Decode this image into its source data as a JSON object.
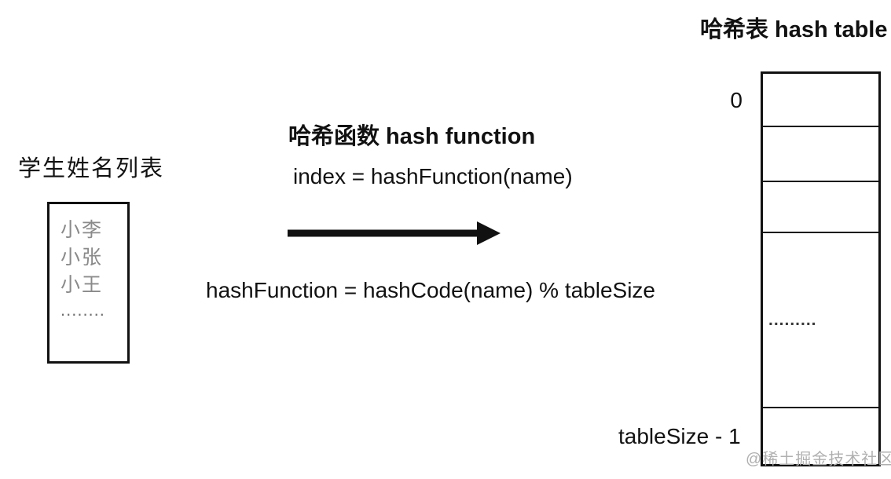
{
  "page": {
    "title": "哈希表 hash table",
    "watermark": "@稀土掘金技术社区"
  },
  "student_list": {
    "label": "学生姓名列表",
    "names": [
      "小李",
      "小张",
      "小王"
    ],
    "ellipsis": "........"
  },
  "hash_function": {
    "heading": "哈希函数 hash function",
    "index_formula": "index = hashFunction(name)",
    "definition_formula": "hashFunction = hashCode(name) % tableSize"
  },
  "hash_table": {
    "first_index_label": "0",
    "last_index_label": "tableSize - 1",
    "cell_ellipsis": ".........",
    "cell_count": 5
  },
  "colors": {
    "text": "#111111",
    "muted_names": "#8a8a8a",
    "watermark": "#b0b0b0",
    "background": "#ffffff"
  }
}
